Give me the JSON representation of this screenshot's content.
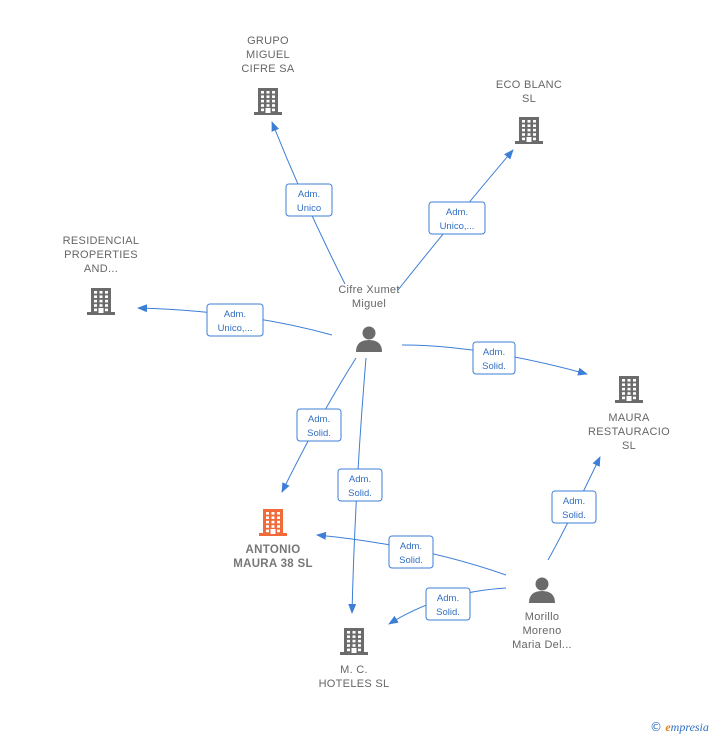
{
  "colors": {
    "edge": "#3d7fd6",
    "company_icon": "#6b6b6b",
    "main_company_icon": "#f26a3a",
    "person_icon": "#6b6b6b"
  },
  "nodes": [
    {
      "id": "grupo",
      "kind": "company",
      "lines": [
        "GRUPO",
        "MIGUEL",
        "CIFRE SA"
      ]
    },
    {
      "id": "eco",
      "kind": "company",
      "lines": [
        "ECO BLANC",
        "SL"
      ]
    },
    {
      "id": "residencial",
      "kind": "company",
      "lines": [
        "RESIDENCIAL",
        "PROPERTIES",
        "AND..."
      ]
    },
    {
      "id": "cifre",
      "kind": "person",
      "lines": [
        "Cifre Xumet",
        "Miguel"
      ]
    },
    {
      "id": "maura",
      "kind": "company",
      "lines": [
        "MAURA",
        "RESTAURACIO",
        "SL"
      ]
    },
    {
      "id": "antonio",
      "kind": "main-company",
      "lines": [
        "ANTONIO",
        "MAURA 38  SL"
      ]
    },
    {
      "id": "mc",
      "kind": "company",
      "lines": [
        "M.  C.",
        "HOTELES SL"
      ]
    },
    {
      "id": "morillo",
      "kind": "person",
      "lines": [
        "Morillo",
        "Moreno",
        "Maria Del..."
      ]
    }
  ],
  "edges": [
    {
      "from": "cifre",
      "to": "grupo",
      "label": [
        "Adm.",
        "Unico"
      ]
    },
    {
      "from": "cifre",
      "to": "eco",
      "label": [
        "Adm.",
        "Unico,..."
      ]
    },
    {
      "from": "cifre",
      "to": "residencial",
      "label": [
        "Adm.",
        "Unico,..."
      ]
    },
    {
      "from": "cifre",
      "to": "maura",
      "label": [
        "Adm.",
        "Solid."
      ]
    },
    {
      "from": "cifre",
      "to": "antonio",
      "label": [
        "Adm.",
        "Solid."
      ]
    },
    {
      "from": "cifre",
      "to": "mc",
      "label": [
        "Adm.",
        "Solid."
      ]
    },
    {
      "from": "morillo",
      "to": "antonio",
      "label": [
        "Adm.",
        "Solid."
      ]
    },
    {
      "from": "morillo",
      "to": "mc",
      "label": [
        "Adm.",
        "Solid."
      ]
    },
    {
      "from": "morillo",
      "to": "maura",
      "label": [
        "Adm.",
        "Solid."
      ]
    }
  ],
  "footer": {
    "copyright_symbol": "©",
    "brand_initial": "e",
    "brand_rest": "mpresia"
  }
}
